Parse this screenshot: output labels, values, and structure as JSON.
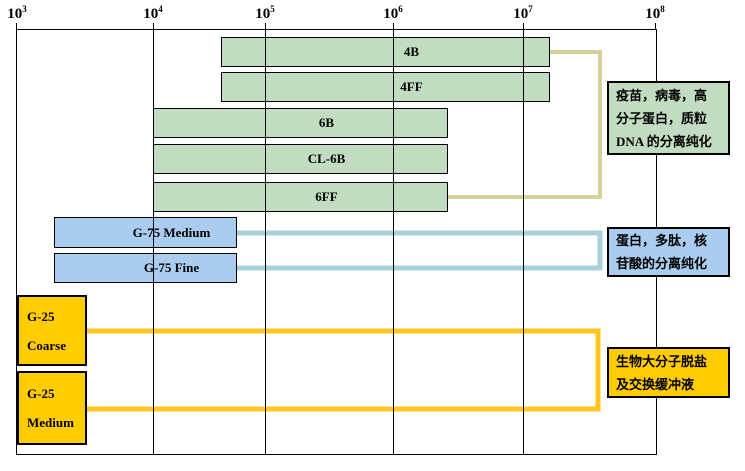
{
  "palette": {
    "green": "#c1dcc1",
    "blue": "#aaccee",
    "yellow": "#ffcc00",
    "bracket_olive": "#d5d299",
    "bracket_teal": "#a8d1dc",
    "bracket_gold": "#ffc61e",
    "line_black": "#000000"
  },
  "axis": {
    "labels": [
      {
        "base": "10",
        "exp": "3"
      },
      {
        "base": "10",
        "exp": "4"
      },
      {
        "base": "10",
        "exp": "5"
      },
      {
        "base": "10",
        "exp": "6"
      },
      {
        "base": "10",
        "exp": "7"
      },
      {
        "base": "10",
        "exp": "8"
      }
    ]
  },
  "bars": [
    {
      "label": "4B"
    },
    {
      "label": "4FF"
    },
    {
      "label": "6B"
    },
    {
      "label": "CL-6B"
    },
    {
      "label": "6FF"
    },
    {
      "label": "G-75 Medium"
    },
    {
      "label": "G-75 Fine"
    },
    {
      "line1": "G-25",
      "line2": "Coarse"
    },
    {
      "line1": "G-25",
      "line2": "Medium"
    }
  ],
  "annotations": [
    {
      "lines": [
        "疫苗，病毒，高",
        "分子蛋白，质粒",
        "DNA 的分离纯化"
      ]
    },
    {
      "lines": [
        "蛋白，多肽，核",
        "苷酸的分离纯化"
      ]
    },
    {
      "lines": [
        "生物大分子脱盐",
        "及交换缓冲液"
      ]
    }
  ],
  "chart_data": {
    "type": "bar",
    "subtype": "horizontal-range-bars",
    "title": "",
    "x_axis": {
      "scale": "log10",
      "min": 1000,
      "max": 100000000,
      "tick_labels": [
        "10^3",
        "10^4",
        "10^5",
        "10^6",
        "10^7",
        "10^8"
      ],
      "ticks_position": "top",
      "grid": true
    },
    "series": [
      {
        "name": "4B",
        "group": "green",
        "range_estimate": [
          40000,
          20000000
        ]
      },
      {
        "name": "4FF",
        "group": "green",
        "range_estimate": [
          40000,
          20000000
        ]
      },
      {
        "name": "6B",
        "group": "green",
        "range_estimate": [
          10000,
          3000000
        ]
      },
      {
        "name": "CL-6B",
        "group": "green",
        "range_estimate": [
          10000,
          3000000
        ]
      },
      {
        "name": "6FF",
        "group": "green",
        "range_estimate": [
          10000,
          3000000
        ]
      },
      {
        "name": "G-75 Medium",
        "group": "blue",
        "range_estimate": [
          2000,
          60000
        ]
      },
      {
        "name": "G-75 Fine",
        "group": "blue",
        "range_estimate": [
          2000,
          60000
        ]
      },
      {
        "name": "G-25 Coarse",
        "group": "yellow",
        "range_estimate": [
          1000,
          3000
        ]
      },
      {
        "name": "G-25 Medium",
        "group": "yellow",
        "range_estimate": [
          1000,
          3000
        ]
      }
    ],
    "group_annotations": [
      {
        "group": "green",
        "text": "疫苗，病毒，高分子蛋白，质粒DNA 的分离纯化"
      },
      {
        "group": "blue",
        "text": "蛋白，多肽，核苷酸的分离纯化"
      },
      {
        "group": "yellow",
        "text": "生物大分子脱盐及交换缓冲液"
      }
    ]
  }
}
